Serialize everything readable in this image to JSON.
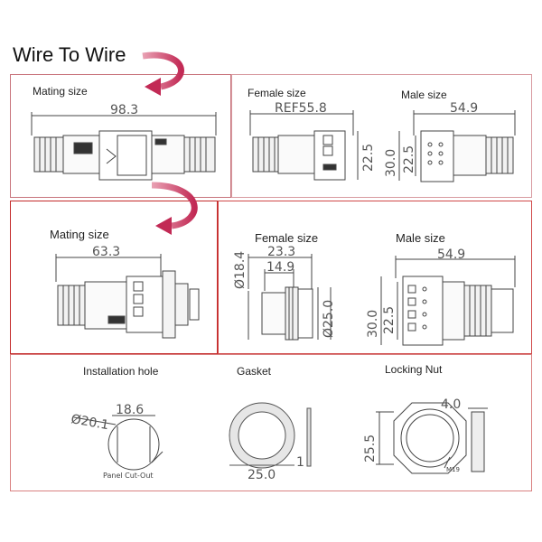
{
  "title": "Wire To Wire",
  "colors": {
    "panel_border_1": "#c8747c",
    "panel_border_2": "#c42a2a",
    "arrow": "#c82f5a",
    "line": "#555555"
  },
  "row1": {
    "mating": {
      "label": "Mating size",
      "dims": [
        "98.3"
      ]
    },
    "female": {
      "label": "Female size",
      "dims": [
        "REF55.8",
        "22.5"
      ]
    },
    "male": {
      "label": "Male size",
      "dims": [
        "54.9",
        "30.0",
        "22.5"
      ]
    }
  },
  "row2": {
    "mating": {
      "label": "Mating size",
      "dims": [
        "63.3"
      ]
    },
    "female": {
      "label": "Female size",
      "dims": [
        "23.3",
        "14.9",
        "Ø18.4",
        "Ø25.0"
      ]
    },
    "male": {
      "label": "Male size",
      "dims": [
        "54.9",
        "30.0",
        "22.5"
      ]
    }
  },
  "row3": {
    "hole": {
      "label": "Installation hole",
      "dims": [
        "Ø20.1",
        "18.6"
      ],
      "note": "Panel Cut-Out"
    },
    "gasket": {
      "label": "Gasket",
      "dims": [
        "25.0",
        "1"
      ]
    },
    "nut": {
      "label": "Locking Nut",
      "dims": [
        "4.0",
        "25.5"
      ],
      "thread": "M19"
    }
  },
  "icons": [
    "curved-arrow-icon",
    "connector-drawing-icon"
  ]
}
